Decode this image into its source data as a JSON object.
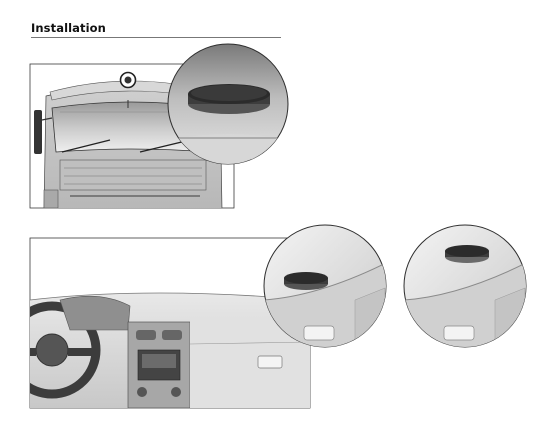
{
  "section": {
    "title": "Installation"
  },
  "figures": {
    "truck": {
      "icon": "truck-windshield-illustration"
    },
    "truck_magnifier": {
      "icon": "adhesive-pad-magnifier"
    },
    "car": {
      "icon": "car-dashboard-illustration"
    },
    "car_magnifier_left": {
      "icon": "adhesive-pad-on-dashboard-magnifier"
    },
    "car_magnifier_right": {
      "icon": "adhesive-pad-lifted-magnifier"
    }
  },
  "colors": {
    "text": "#111111",
    "rule": "#777777",
    "outline": "#3a3a3a",
    "pad_dark": "#2b2b2b",
    "pad_edge": "#555555",
    "panel_gray": "#d9d9d9"
  }
}
